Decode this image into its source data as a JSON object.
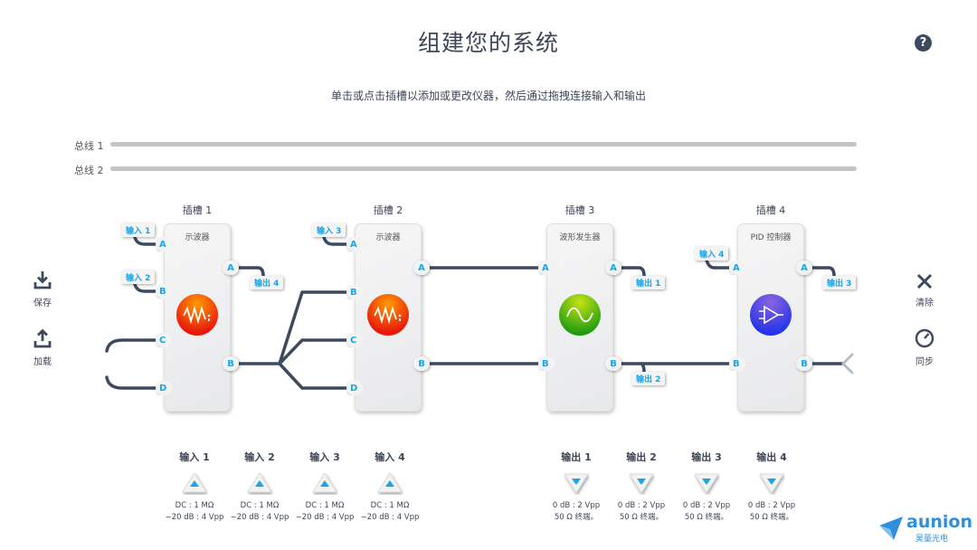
{
  "header": {
    "title": "组建您的系统",
    "subtitle": "单击或点击插槽以添加或更改仪器，然后通过拖拽连接输入和输出",
    "help_icon": "question-circle-icon",
    "help_label": "?"
  },
  "buses": [
    {
      "label": "总线 1"
    },
    {
      "label": "总线 2"
    }
  ],
  "left_toolbar": [
    {
      "label": "保存",
      "icon": "download-icon"
    },
    {
      "label": "加载",
      "icon": "upload-icon"
    }
  ],
  "right_toolbar": [
    {
      "label": "清除",
      "icon": "close-icon"
    },
    {
      "label": "同步",
      "icon": "gauge-icon"
    }
  ],
  "slots": [
    {
      "label": "插槽 1",
      "instrument": "示波器",
      "icon": "oscilloscope-icon",
      "inputs": [
        "A",
        "B",
        "C",
        "D"
      ],
      "outputs": [
        "A",
        "B"
      ],
      "icon_colors": [
        "#ff8a00",
        "#e8180c"
      ]
    },
    {
      "label": "插槽 2",
      "instrument": "示波器",
      "icon": "oscilloscope-icon",
      "inputs": [
        "A",
        "B",
        "C",
        "D"
      ],
      "outputs": [
        "A",
        "B"
      ],
      "icon_colors": [
        "#ff8a00",
        "#e8180c"
      ]
    },
    {
      "label": "插槽 3",
      "instrument": "波形发生器",
      "icon": "waveform-generator-icon",
      "inputs": [
        "A",
        "B"
      ],
      "outputs": [
        "A",
        "B"
      ],
      "icon_colors": [
        "#b8de12",
        "#1d9a10"
      ]
    },
    {
      "label": "插槽 4",
      "instrument": "PID 控制器",
      "icon": "pid-controller-icon",
      "inputs": [
        "A",
        "B"
      ],
      "outputs": [
        "A",
        "B"
      ],
      "icon_colors": [
        "#7b5ce0",
        "#2233e8"
      ]
    }
  ],
  "tags": {
    "in1": "输入 1",
    "in2": "输入 2",
    "in3": "输入 3",
    "in4": "输入 4",
    "out1": "输出 1",
    "out2": "输出 2",
    "out3": "输出 3",
    "out4": "输出 4"
  },
  "inputs": [
    {
      "label": "输入 1",
      "spec1": "DC : 1 MΩ",
      "spec2": "−20 dB : 4 Vpp"
    },
    {
      "label": "输入 2",
      "spec1": "DC : 1 MΩ",
      "spec2": "−20 dB : 4 Vpp"
    },
    {
      "label": "输入 3",
      "spec1": "DC : 1 MΩ",
      "spec2": "−20 dB : 4 Vpp"
    },
    {
      "label": "输入 4",
      "spec1": "DC : 1 MΩ",
      "spec2": "−20 dB : 4 Vpp"
    }
  ],
  "outputs": [
    {
      "label": "输出 1",
      "spec1": "0 dB : 2 Vpp",
      "spec2": "50 Ω 终端。"
    },
    {
      "label": "输出 2",
      "spec1": "0 dB : 2 Vpp",
      "spec2": "50 Ω 终端。"
    },
    {
      "label": "输出 3",
      "spec1": "0 dB : 2 Vpp",
      "spec2": "50 Ω 终端。"
    },
    {
      "label": "输出 4",
      "spec1": "0 dB : 2 Vpp",
      "spec2": "50 Ω 终端。"
    }
  ],
  "brand": {
    "name": "aunion",
    "subname": "昊量光电",
    "color": "#2f8fdc"
  },
  "colors": {
    "port_text": "#1aa6e6",
    "wire": "#3d4a5e",
    "bus": "#c4c4c4",
    "text": "#3d4657"
  }
}
